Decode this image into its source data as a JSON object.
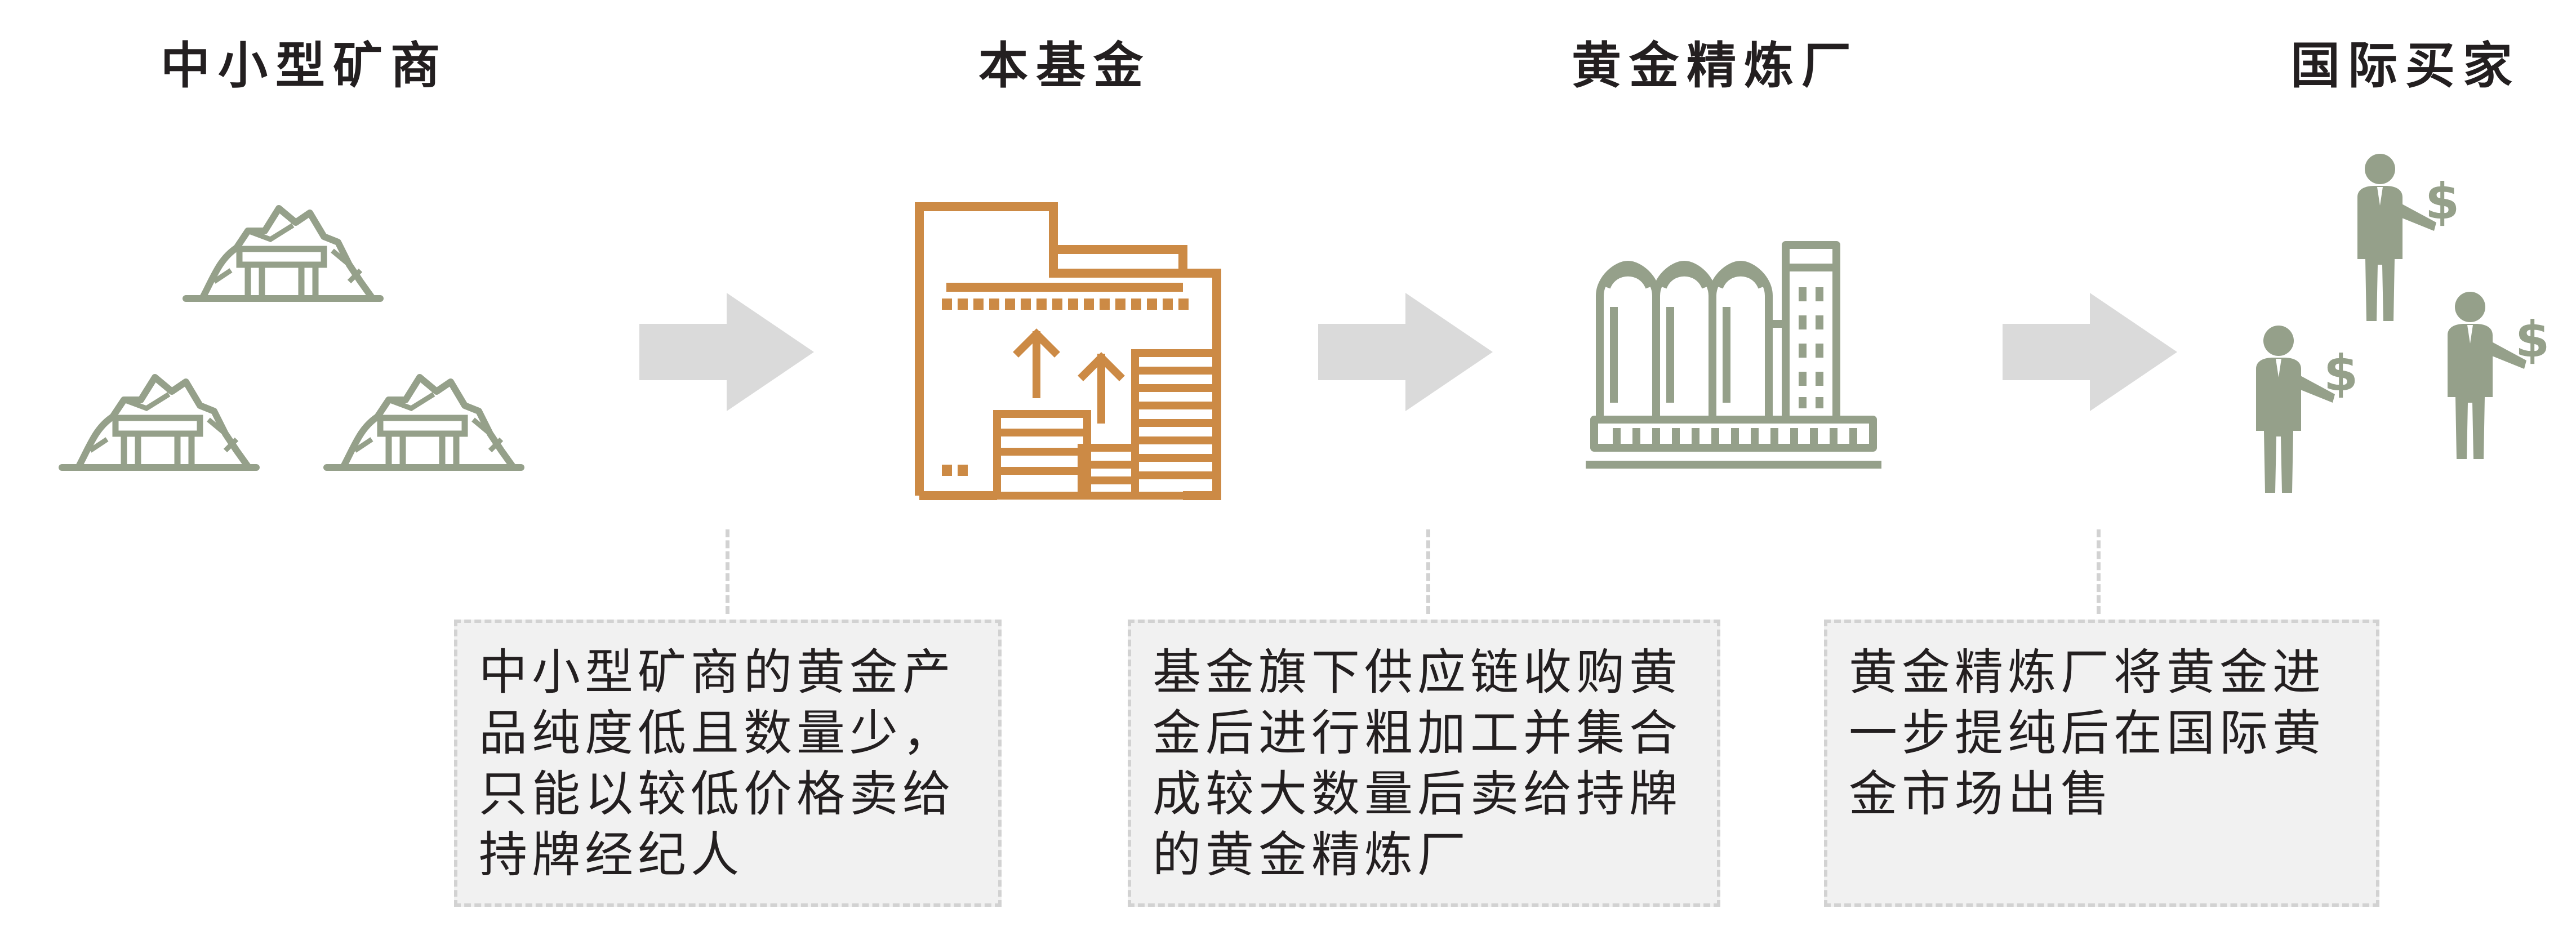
{
  "stages": [
    {
      "title": "中小型矿商",
      "icon": "mine-icon"
    },
    {
      "title": "本基金",
      "icon": "fund-folder-icon"
    },
    {
      "title": "黄金精炼厂",
      "icon": "refinery-icon"
    },
    {
      "title": "国际买家",
      "icon": "buyer-icon"
    }
  ],
  "notes": [
    {
      "text": "中小型矿商的黄金产品纯度低且数量少，只能以较低价格卖给持牌经纪人"
    },
    {
      "text": "基金旗下供应链收购黄金后进行粗加工并集合成较大数量后卖给持牌的黄金精炼厂"
    },
    {
      "text": "黄金精炼厂将黄金进一步提纯后在国际黄金市场出售"
    }
  ],
  "icon_glyphs": {
    "currency": "$"
  },
  "colors": {
    "green": "#95a08a",
    "orange": "#cc8a45",
    "arrow": "#dadada",
    "dash": "#d2d2d2",
    "box": "#f1f1f1"
  }
}
